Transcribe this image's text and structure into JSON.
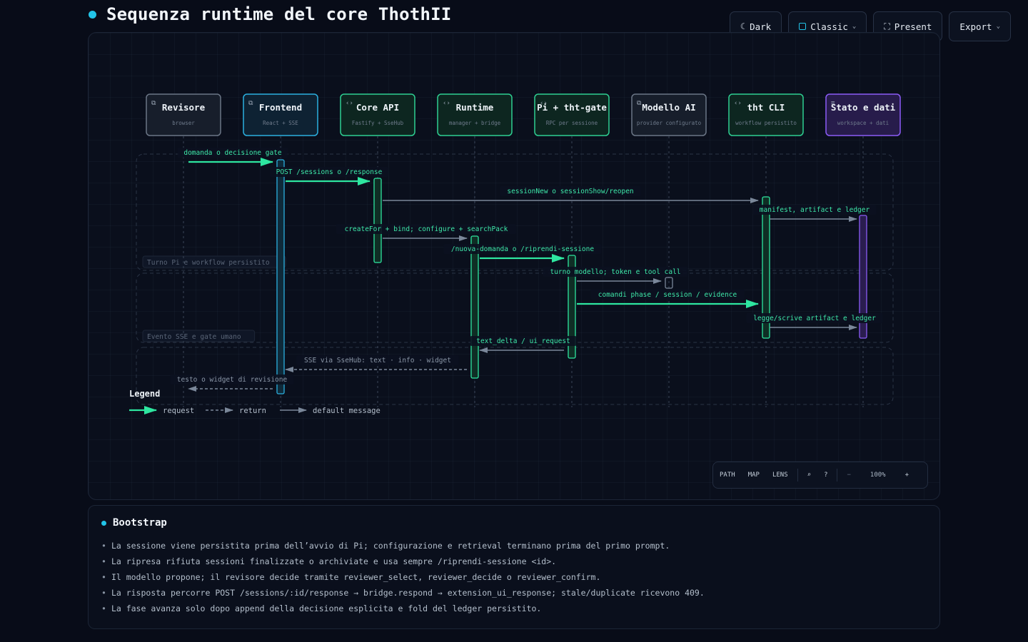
{
  "title": "Sequenza runtime del core ThothII",
  "toolbar": {
    "dark_label": "Dark",
    "theme_label": "Classic",
    "present_label": "Present",
    "export_label": "Export"
  },
  "colors": {
    "accent": "#22c4e8",
    "request": "#2ee6a0",
    "message": "#7a8799",
    "frontend": "#2bb0e0",
    "store": "#8b5cf6"
  },
  "participants": [
    {
      "id": "revisore",
      "name": "Revisore",
      "sub": "browser",
      "icon": "external-window-icon",
      "kind": "neutral"
    },
    {
      "id": "frontend",
      "name": "Frontend",
      "sub": "React + SSE",
      "icon": "window-icon",
      "kind": "frontend"
    },
    {
      "id": "core",
      "name": "Core API",
      "sub": "Fastify + SseHub",
      "icon": "code-icon",
      "kind": "service"
    },
    {
      "id": "runtime",
      "name": "Runtime",
      "sub": "manager + bridge",
      "icon": "code-icon",
      "kind": "service"
    },
    {
      "id": "pi",
      "name": "Pi + tht-gate",
      "sub": "RPC per sessione",
      "icon": "code-icon",
      "kind": "service"
    },
    {
      "id": "model",
      "name": "Modello AI",
      "sub": "provider configurato",
      "icon": "external-window-icon",
      "kind": "neutral"
    },
    {
      "id": "cli",
      "name": "tht CLI",
      "sub": "workflow persistito",
      "icon": "code-icon",
      "kind": "service"
    },
    {
      "id": "store",
      "name": "Stato e dati",
      "sub": "workspace + dati",
      "icon": "database-icon",
      "kind": "store"
    }
  ],
  "groups": [
    {
      "label": ""
    },
    {
      "label": "Turno Pi e workflow persistito"
    },
    {
      "label": "Evento SSE e gate umano"
    }
  ],
  "messages": [
    {
      "from": "revisore",
      "to": "frontend",
      "label": "domanda o decisione gate",
      "style": "request"
    },
    {
      "from": "frontend",
      "to": "core",
      "label": "POST /sessions o /response",
      "style": "request"
    },
    {
      "from": "core",
      "to": "cli",
      "label": "sessionNew o sessionShow/reopen",
      "style": "default"
    },
    {
      "from": "cli",
      "to": "store",
      "label": "manifest, artifact e ledger",
      "style": "default"
    },
    {
      "from": "core",
      "to": "runtime",
      "label": "createFor + bind; configure + searchPack",
      "style": "default"
    },
    {
      "from": "runtime",
      "to": "pi",
      "label": "/nuova-domanda o /riprendi-sessione",
      "style": "request"
    },
    {
      "from": "pi",
      "to": "model",
      "label": "turno modello; token e tool call",
      "style": "default"
    },
    {
      "from": "pi",
      "to": "cli",
      "label": "comandi phase / session / evidence",
      "style": "request"
    },
    {
      "from": "cli",
      "to": "store",
      "label": "legge/scrive artifact e ledger",
      "style": "default"
    },
    {
      "from": "pi",
      "to": "runtime",
      "label": "text_delta / ui_request",
      "style": "default"
    },
    {
      "from": "runtime",
      "to": "frontend",
      "label": "SSE via SseHub: text · info · widget",
      "style": "return"
    },
    {
      "from": "frontend",
      "to": "revisore",
      "label": "testo o widget di revisione",
      "style": "return"
    }
  ],
  "legend": {
    "title": "Legend",
    "request": "request",
    "return": "return",
    "default": "default message"
  },
  "map_controls": {
    "path": "PATH",
    "map": "MAP",
    "lens": "LENS",
    "zoom_out": "−",
    "zoom": "100%",
    "zoom_in": "+"
  },
  "notes": {
    "heading": "Bootstrap",
    "bullet": "•",
    "items": [
      "La sessione viene persistita prima dell’avvio di Pi; configurazione e retrieval terminano prima del primo prompt.",
      "La ripresa rifiuta sessioni finalizzate o archiviate e usa sempre /riprendi-sessione <id>.",
      "Il modello propone; il revisore decide tramite reviewer_select, reviewer_decide o reviewer_confirm.",
      "La risposta percorre POST /sessions/:id/response → bridge.respond → extension_ui_response; stale/duplicate ricevono 409.",
      "La fase avanza solo dopo append della decisione esplicita e fold del ledger persistito."
    ]
  }
}
